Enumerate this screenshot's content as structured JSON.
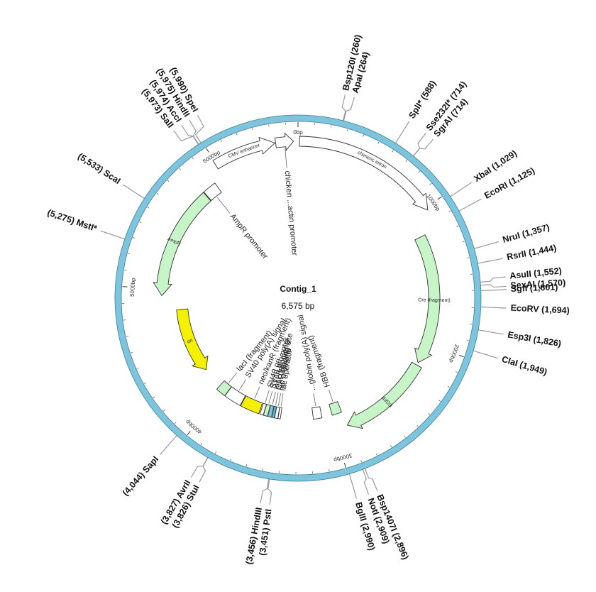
{
  "plasmid": {
    "name": "Contig_1",
    "length_label": "6,575 bp",
    "length": 6575,
    "backbone_color": "#7ec4dc",
    "ticks": [
      "0bp",
      "1000bp",
      "2000bp",
      "3000bp",
      "4000bp",
      "5000bp",
      "6000bp"
    ]
  },
  "sites": [
    {
      "name": "Bsp120I",
      "pos": 260,
      "label": "Bsp120I (260)"
    },
    {
      "name": "ApaI",
      "pos": 264,
      "label": "ApaI (264)"
    },
    {
      "name": "SplI*",
      "pos": 588,
      "label": "SplI* (588)"
    },
    {
      "name": "Sse232I*",
      "pos": 714,
      "label": "Sse232I* (714)"
    },
    {
      "name": "SgrAI",
      "pos": 714,
      "label": "SgrAI (714)"
    },
    {
      "name": "XbaI",
      "pos": 1029,
      "label": "XbaI (1,029)"
    },
    {
      "name": "EcoRI",
      "pos": 1125,
      "label": "EcoRI (1,125)"
    },
    {
      "name": "NruI",
      "pos": 1357,
      "label": "NruI (1,357)"
    },
    {
      "name": "RsrII",
      "pos": 1444,
      "label": "RsrII (1,444)"
    },
    {
      "name": "AsuII",
      "pos": 1552,
      "label": "AsuII (1,552)"
    },
    {
      "name": "SexAI",
      "pos": 1570,
      "label": "SexAI (1,570)"
    },
    {
      "name": "SgfI",
      "pos": 1601,
      "label": "SgfI (1,601)"
    },
    {
      "name": "EcoRV",
      "pos": 1694,
      "label": "EcoRV (1,694)"
    },
    {
      "name": "Esp3I",
      "pos": 1826,
      "label": "Esp3I (1,826)"
    },
    {
      "name": "ClaI",
      "pos": 1949,
      "label": "ClaI (1,949)"
    },
    {
      "name": "Bsp1407I",
      "pos": 2896,
      "label": "Bsp1407I (2,896)"
    },
    {
      "name": "NotI",
      "pos": 2909,
      "label": "NotI (2,909)"
    },
    {
      "name": "BglII",
      "pos": 2990,
      "label": "BglII (2,990)"
    },
    {
      "name": "PstI",
      "pos": 3451,
      "label": "(3,451) PstI"
    },
    {
      "name": "HindIII",
      "pos": 3456,
      "label": "(3,456) HindIII"
    },
    {
      "name": "StuI",
      "pos": 3826,
      "label": "(3,826) StuI"
    },
    {
      "name": "AvrII",
      "pos": 3827,
      "label": "(3,827) AvrII"
    },
    {
      "name": "SapI",
      "pos": 4044,
      "label": "(4,044) SapI"
    },
    {
      "name": "MstI*",
      "pos": 5275,
      "label": "(5,275) MstI*"
    },
    {
      "name": "ScaI",
      "pos": 5533,
      "label": "(5,533) ScaI"
    },
    {
      "name": "SalI",
      "pos": 5973,
      "label": "(5,973) SalI"
    },
    {
      "name": "AccI",
      "pos": 5974,
      "label": "(5,974) AccI"
    },
    {
      "name": "HindII",
      "pos": 5975,
      "label": "(5,975) HindII"
    },
    {
      "name": "SpeI",
      "pos": 5990,
      "label": "(5,990) SpeI"
    }
  ],
  "features": [
    {
      "name": "CMV enhancer",
      "label": "CMV enhancer",
      "start": 5995,
      "end": 6420,
      "ring": 1,
      "color": "#ffffff",
      "arrow": "cw",
      "text_inside": true
    },
    {
      "name": "chicken β-actin promoter",
      "label": "chicken ...actin promoter",
      "start": 6425,
      "end": 6545,
      "ring": 1,
      "color": "#ffffff",
      "arrow": "cw",
      "text_inside": false
    },
    {
      "name": "chimeric intron",
      "label": "chimeric intron",
      "start": 10,
      "end": 1020,
      "ring": 1,
      "color": "#ffffff",
      "arrow": "cw",
      "text_inside": true
    },
    {
      "name": "Cre (fragment)",
      "label": "Cre (fragment)",
      "start": 1160,
      "end": 2160,
      "ring": 2,
      "color": "#c8f5c8",
      "arrow": "cw",
      "text_inside": true
    },
    {
      "name": "EGFP",
      "label": "EGFP",
      "start": 2180,
      "end": 2900,
      "ring": 2,
      "color": "#c8f5c8",
      "arrow": "cw",
      "text_inside": true
    },
    {
      "name": "AmpR",
      "label": "AmpR",
      "start": 4950,
      "end": 5810,
      "ring": 2,
      "color": "#c8f5c8",
      "arrow": "ccw",
      "text_inside": true
    },
    {
      "name": "AmpR promoter",
      "label": "AmpR promoter",
      "start": 5815,
      "end": 5920,
      "ring": 2,
      "color": "#ffffff",
      "arrow": "none",
      "text_inside": false
    },
    {
      "name": "ori",
      "label": "ori",
      "start": 4240,
      "end": 4830,
      "ring": 3,
      "color": "#f5f000",
      "arrow": "ccw",
      "text_inside": true
    }
  ],
  "inner_features": [
    {
      "label": "HBB (fragment)",
      "start": 2905,
      "end": 2990,
      "ring": 3,
      "color": "#c8f5c8"
    },
    {
      "label": "...globin poly(A) signal",
      "start": 3080,
      "end": 3155,
      "ring": 3,
      "color": "#ffffff"
    },
    {
      "label": "lac operator",
      "start": 3440,
      "end": 3460,
      "ring": 3,
      "color": "#ffffff"
    },
    {
      "label": "lac promoter",
      "start": 3462,
      "end": 3490,
      "ring": 3,
      "color": "#ffffff"
    },
    {
      "label": "CAP binding site",
      "start": 3492,
      "end": 3515,
      "ring": 3,
      "color": "#60b8d8"
    },
    {
      "label": "lacI (fragment)",
      "start": 3517,
      "end": 3550,
      "ring": 3,
      "color": "#7ec4dc"
    },
    {
      "label": "SV40 promoter",
      "start": 3552,
      "end": 3588,
      "ring": 3,
      "color": "#c8f5c8"
    },
    {
      "label": "SV40 ori",
      "start": 3590,
      "end": 3620,
      "ring": 3,
      "color": "#ffffff"
    },
    {
      "label": "neo/kanR (fragment)",
      "start": 3630,
      "end": 3800,
      "ring": 3,
      "color": "#f5f000"
    },
    {
      "label": "SV40 poly(A) signal",
      "start": 3805,
      "end": 3960,
      "ring": 3,
      "color": "#ffffff"
    },
    {
      "label": "lacI (fragment)",
      "start": 3962,
      "end": 4050,
      "ring": 3,
      "color": "#c8f5c8"
    }
  ]
}
